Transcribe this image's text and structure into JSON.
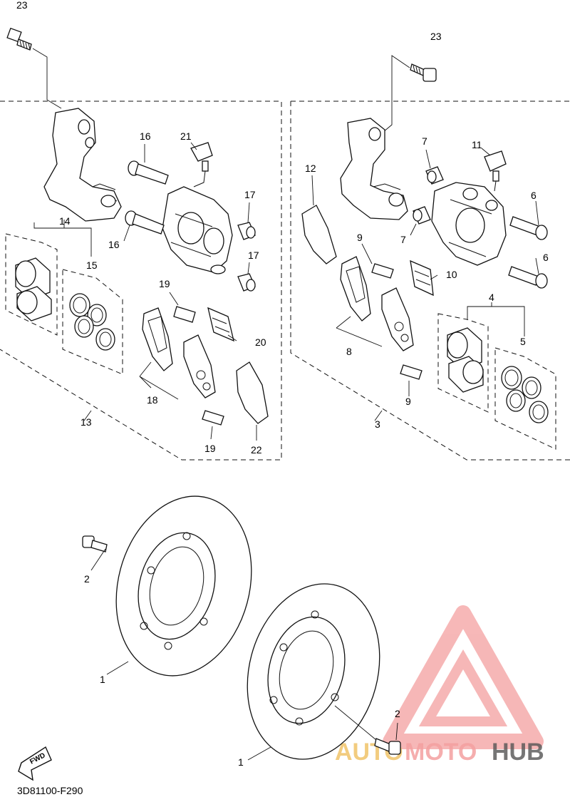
{
  "diagram_code": "3D81100-F290",
  "fwd_label": "FWD",
  "watermark": {
    "text_part1": "AUTO",
    "text_part2": "MOTO",
    "text_part3": "HUB",
    "color_light": "#f4a0a0",
    "color_accent": "#f0c060",
    "color_dark": "#555555"
  },
  "callouts": {
    "c1a": "1",
    "c1b": "1",
    "c2a": "2",
    "c2b": "2",
    "c3": "3",
    "c4": "4",
    "c5": "5",
    "c6a": "6",
    "c6b": "6",
    "c7a": "7",
    "c7b": "7",
    "c8": "8",
    "c9a": "9",
    "c9b": "9",
    "c10": "10",
    "c11": "11",
    "c12": "12",
    "c13": "13",
    "c14": "14",
    "c15": "15",
    "c16a": "16",
    "c16b": "16",
    "c17a": "17",
    "c17b": "17",
    "c18": "18",
    "c19a": "19",
    "c19b": "19",
    "c20": "20",
    "c21": "21",
    "c22": "22",
    "c23a": "23",
    "c23b": "23"
  }
}
